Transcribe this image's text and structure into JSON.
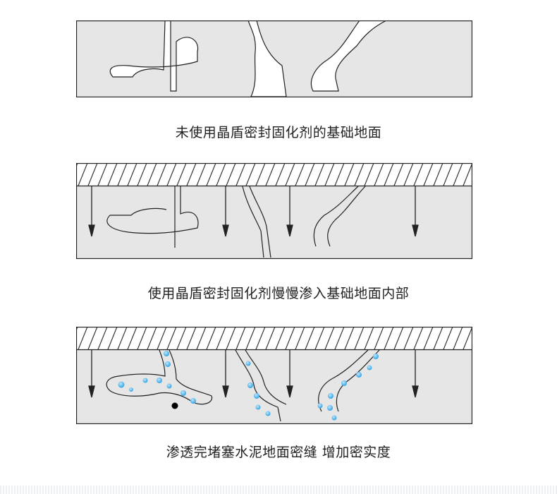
{
  "captions": {
    "untreated": "未使用晶盾密封固化剂的基础地面",
    "penetrating": "使用晶盾密封固化剂慢慢渗入基础地面内部",
    "sealed": "渗透完堵塞水泥地面密缝 增加密实度"
  },
  "colors": {
    "concrete": "#e6e6e6",
    "crack": "#ffffff",
    "outline": "#222222",
    "particle": "#3ba8e6",
    "particle_highlight": "#bfe6fb",
    "impurity": "#000000"
  }
}
